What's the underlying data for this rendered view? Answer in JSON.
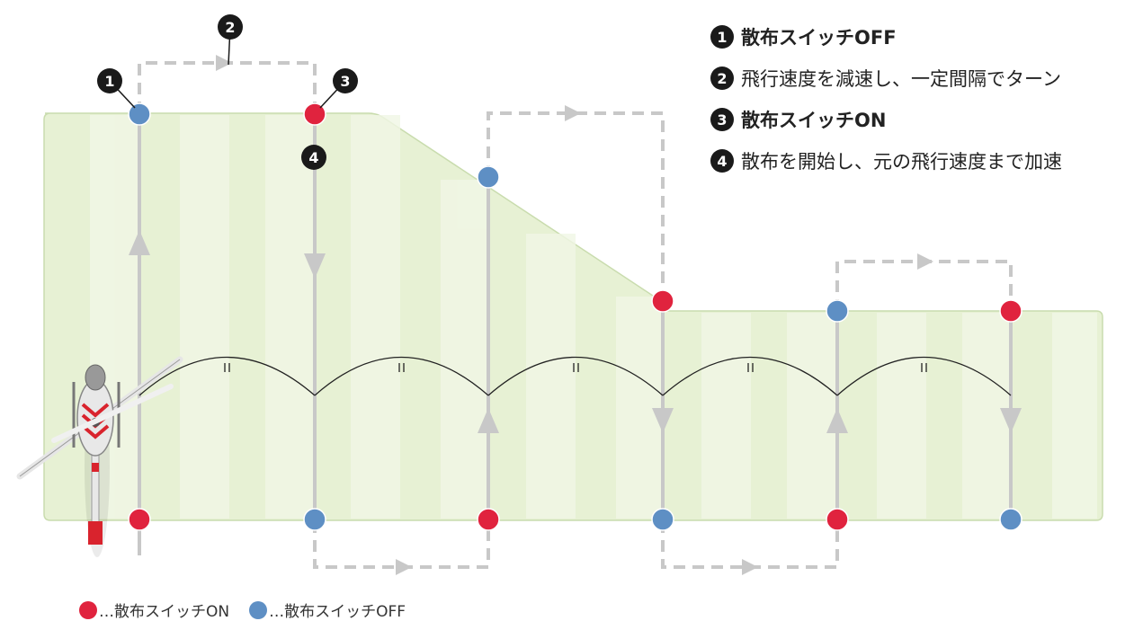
{
  "steps": [
    {
      "num": "1",
      "text": "散布スイッチOFF",
      "bold": true
    },
    {
      "num": "2",
      "text": "飛行速度を減速し、一定間隔でターン",
      "bold": false
    },
    {
      "num": "3",
      "text": "散布スイッチON",
      "bold": true
    },
    {
      "num": "4",
      "text": "散布を開始し、元の飛行速度まで加速",
      "bold": false
    }
  ],
  "markers": {
    "m1": "1",
    "m2": "2",
    "m3": "3",
    "m4": "4"
  },
  "legend": {
    "on_label": "…散布スイッチON",
    "off_label": "…散布スイッチOFF",
    "on_color": "#e0233e",
    "off_color": "#5e8fc4"
  },
  "colors": {
    "field": "#e7f1d4",
    "field_border": "#c9dcae",
    "track": "#c8c8c8",
    "dash": "#c8c8c8",
    "spacing_mark": "=",
    "helicopter_body": "#e8e8e8",
    "helicopter_accent": "#d9232d"
  }
}
